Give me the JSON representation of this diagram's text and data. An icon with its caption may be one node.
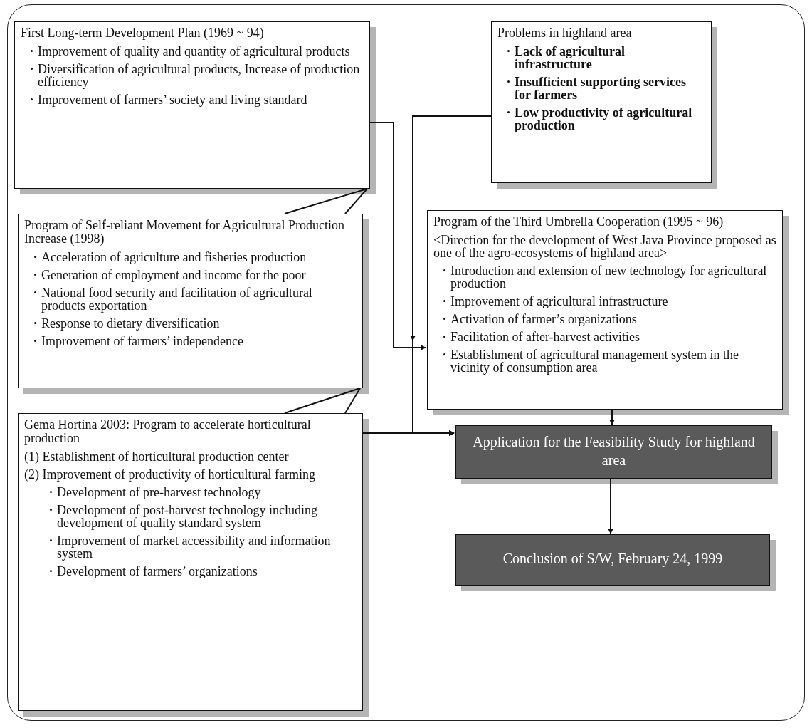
{
  "diagram": {
    "nodes": [
      {
        "text": [
          "First Long-term Development Plan (1969 ~ 94)",
          "Improvement of quality and quantity of agricultural products",
          "Diversification of agricultural products, Increase of production efficiency",
          "Improvement of farmers’ society and living standard"
        ]
      },
      {
        "text": [
          "Problems in highland area",
          "Lack of agricultural infrastructure",
          "Insufficient supporting services for farmers",
          "Low productivity of agricultural production"
        ]
      },
      {
        "text": [
          "Program of Self-reliant Movement for Agricultural Production Increase (1998)",
          "Acceleration of agriculture and fisheries production",
          "Generation of employment and income for the poor",
          "National food security and facilitation of agricultural products exportation",
          "Response to dietary diversification",
          "Improvement of farmers’ independence"
        ]
      },
      {
        "text": [
          "Gema Hortina 2003: Program to accelerate horticultural production",
          "(1) Establishment of horticultural production center",
          "(2) Improvement of productivity of horticultural farming",
          "Development of pre-harvest technology",
          "Development of post-harvest technology including development of quality standard system",
          "Improvement of market accessibility and information system",
          "Development of farmers’ organizations"
        ]
      },
      {
        "text": [
          "Program of the Third Umbrella Cooperation (1995 ~ 96)",
          "<Direction for the development of West Java Province proposed as one of the agro-ecosystems of highland area>",
          "Introduction and extension of new technology for agricultural production",
          "Improvement of agricultural infrastructure",
          "Activation of farmer’s organizations",
          "Facilitation of after-harvest activities",
          "Establishment of agricultural management system in the vicinity of consumption area"
        ]
      },
      {
        "text": [
          "Application for the Feasibility Study for highland area"
        ]
      },
      {
        "text": [
          "Conclusion of S/W, February 24, 1999"
        ]
      }
    ],
    "edges": [
      {
        "from": 0,
        "to": 4,
        "arrow": "to"
      },
      {
        "from": 1,
        "to": 4,
        "arrow": "to"
      },
      {
        "from": 1,
        "to": 5,
        "arrow": "to"
      },
      {
        "from": 3,
        "to": 5,
        "arrow": "to"
      },
      {
        "from": 4,
        "to": 5,
        "arrow": "to"
      },
      {
        "from": 5,
        "to": 6,
        "arrow": "to"
      },
      {
        "from": 2,
        "to": 0,
        "arrow": "none"
      },
      {
        "from": 3,
        "to": 2,
        "arrow": "none"
      }
    ]
  }
}
